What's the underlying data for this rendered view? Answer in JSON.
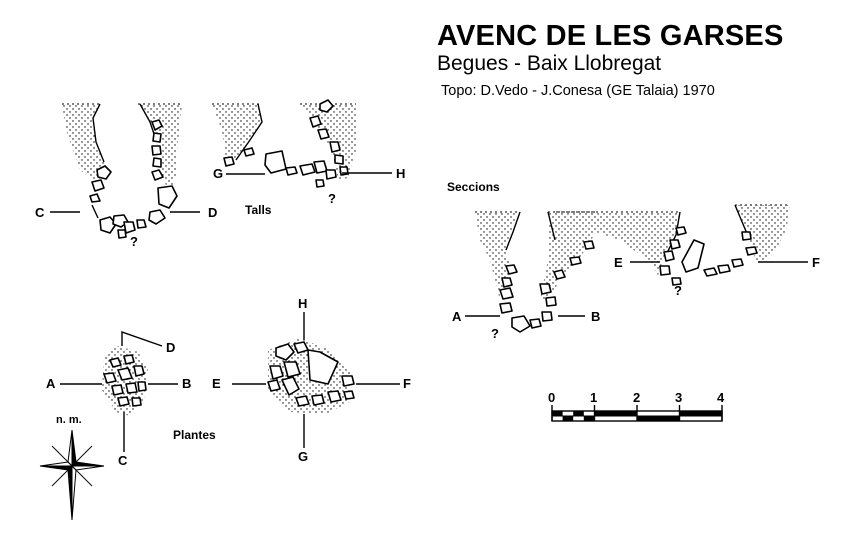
{
  "header": {
    "title": "AVENC DE LES GARSES",
    "subtitle": "Begues - Baix Llobregat",
    "topo": "Topo: D.Vedo - J.Conesa (GE Talaia)   1970"
  },
  "sections": {
    "talls": "Talls",
    "seccions": "Seccions",
    "plantes": "Plantes"
  },
  "markers": {
    "A": "A",
    "B": "B",
    "C": "C",
    "D": "D",
    "E": "E",
    "F": "F",
    "G": "G",
    "H": "H",
    "question": "?"
  },
  "north": {
    "label": "n. m."
  },
  "scale": {
    "ticks": [
      "0",
      "1",
      "2",
      "3",
      "4"
    ]
  },
  "colors": {
    "ink": "#000000",
    "paper": "#ffffff"
  }
}
